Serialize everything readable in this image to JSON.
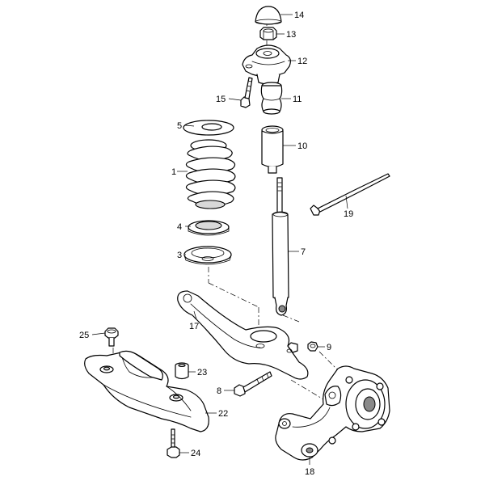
{
  "callouts": [
    {
      "id": "14",
      "label": "14"
    },
    {
      "id": "13",
      "label": "13"
    },
    {
      "id": "12",
      "label": "12"
    },
    {
      "id": "11",
      "label": "11"
    },
    {
      "id": "15",
      "label": "15"
    },
    {
      "id": "10",
      "label": "10"
    },
    {
      "id": "5",
      "label": "5"
    },
    {
      "id": "1",
      "label": "1"
    },
    {
      "id": "19",
      "label": "19"
    },
    {
      "id": "4",
      "label": "4"
    },
    {
      "id": "3",
      "label": "3"
    },
    {
      "id": "7",
      "label": "7"
    },
    {
      "id": "17",
      "label": "17"
    },
    {
      "id": "25",
      "label": "25"
    },
    {
      "id": "9",
      "label": "9"
    },
    {
      "id": "23",
      "label": "23"
    },
    {
      "id": "8",
      "label": "8"
    },
    {
      "id": "22",
      "label": "22"
    },
    {
      "id": "24",
      "label": "24"
    },
    {
      "id": "18",
      "label": "18"
    }
  ]
}
